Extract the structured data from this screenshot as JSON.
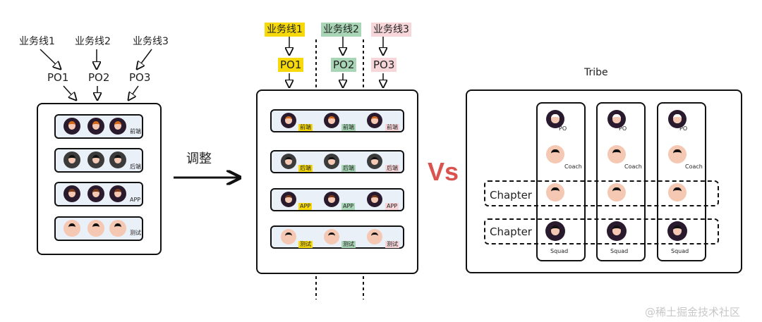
{
  "left_panel": {
    "business_lines": [
      "业务线1",
      "业务线2",
      "业务线3"
    ],
    "po_labels": [
      "PO1",
      "PO2",
      "PO3"
    ],
    "team_rows": [
      "前端",
      "后端",
      "APP",
      "测试"
    ]
  },
  "arrow_label": "调整",
  "middle_panel": {
    "business_lines": [
      "业务线1",
      "业务线2",
      "业务线3"
    ],
    "po_labels": [
      "PO1",
      "PO2",
      "PO3"
    ],
    "team_rows": [
      "前端",
      "后端",
      "APP",
      "测试"
    ],
    "line_colors": [
      "#f5d90a",
      "#a8d5b5",
      "#f6d6d9"
    ]
  },
  "vs_label": "Vs",
  "right_panel": {
    "title": "Tribe",
    "chapters": [
      "Chapter",
      "Chapter"
    ],
    "role_labels": [
      "PO",
      "Coach"
    ],
    "squad_label": "Squad"
  },
  "watermark": "@稀土掘金技术社区",
  "colors": {
    "skin": "#f5c8b3",
    "hair_dark": "#2a1a2e",
    "hair_orange": "#d2691e",
    "row_fill": "#eaf0f8",
    "vs": "#d9534f"
  }
}
